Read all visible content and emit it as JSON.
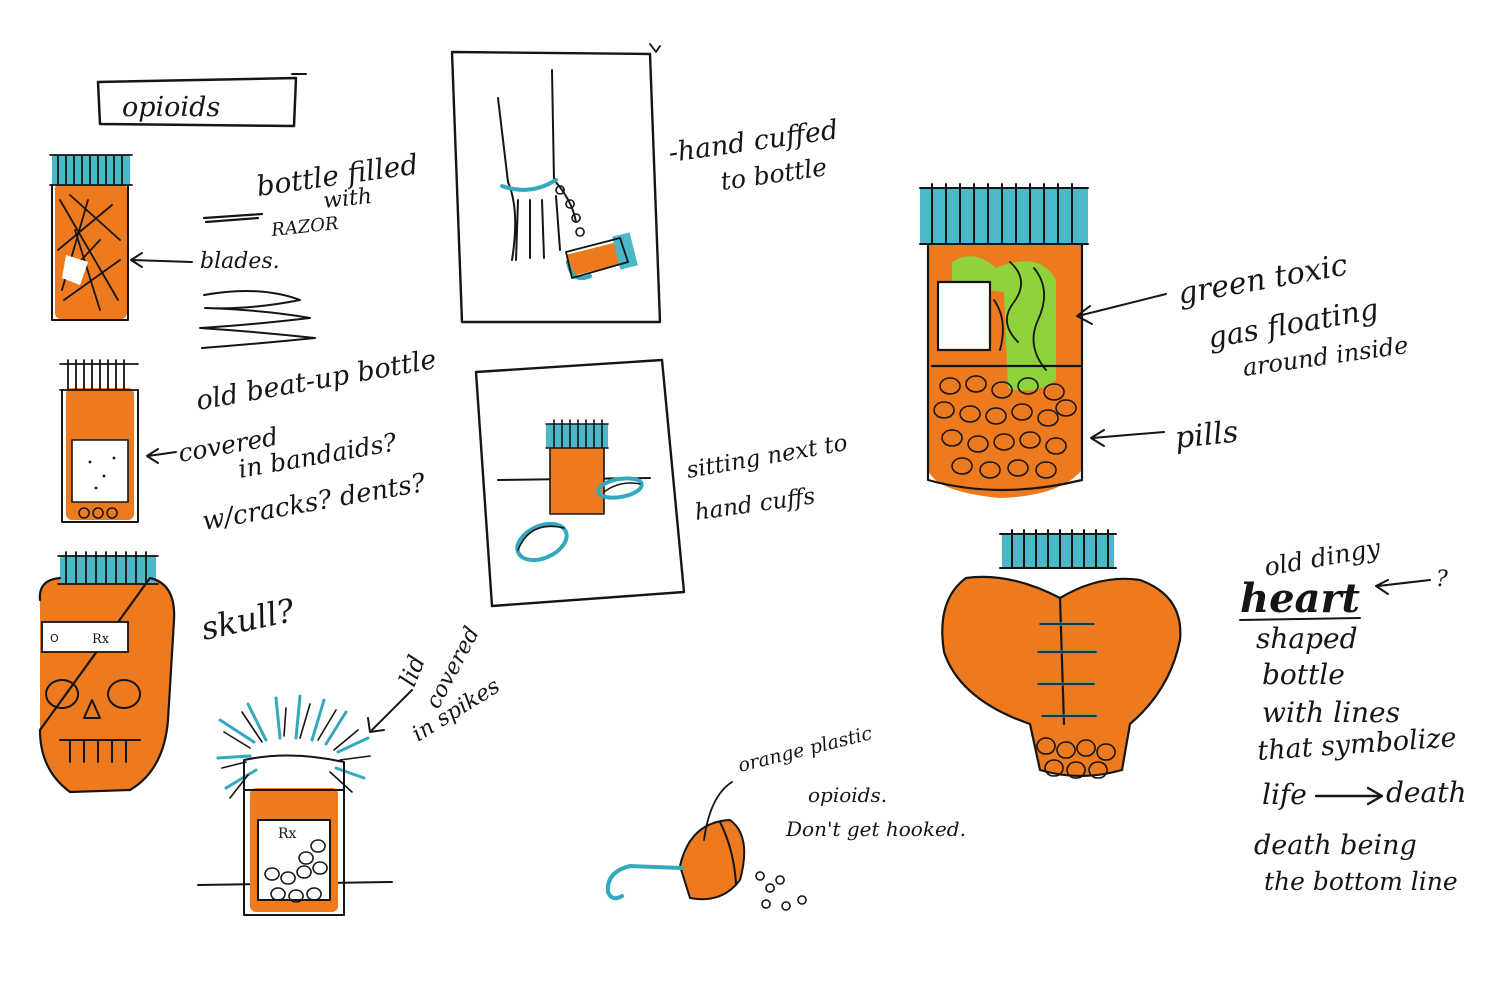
{
  "title": "opioids",
  "notes": {
    "razor_line1": "bottle filled",
    "razor_line2": "with",
    "razor_line3": "RAZOR",
    "razor_line4": "blades.",
    "beat_line1": "old beat-up bottle",
    "beat_line2": "covered",
    "beat_line3": "in bandaids?",
    "beat_line4": "w/cracks? dents?",
    "skull": "skull?",
    "spikes_line1": "lid",
    "spikes_line2": "covered",
    "spikes_line3": "in spikes",
    "handcuffed_line1": "-hand cuffed",
    "handcuffed_line2": "to bottle",
    "sitting_line1": "sitting next to",
    "sitting_line2": "hand cuffs",
    "gas_line1": "green toxic",
    "gas_line2": "gas floating",
    "gas_line3": "around inside",
    "pills": "pills",
    "hook_line1": "orange plastic",
    "hook_line2": "opioids.",
    "hook_line3": "Don't get hooked.",
    "heart_line1": "old dingy",
    "heart_word": "heart",
    "heart_q": "?",
    "heart_line2": "shaped",
    "heart_line3": "bottle",
    "heart_line4": "with lines",
    "heart_line5": "that symbolize",
    "heart_line6a": "life",
    "heart_line6b": "death",
    "heart_line7": "death being",
    "heart_line8": "the bottom line"
  },
  "labels": {
    "rx_small": "Rx",
    "skull_label_o": "O"
  },
  "colors": {
    "ink": "#151515",
    "bottle_orange": "#ee7a1f",
    "cap_teal": "#4bb8c8",
    "gas_green": "#8ed33b",
    "paper": "#ffffff"
  }
}
